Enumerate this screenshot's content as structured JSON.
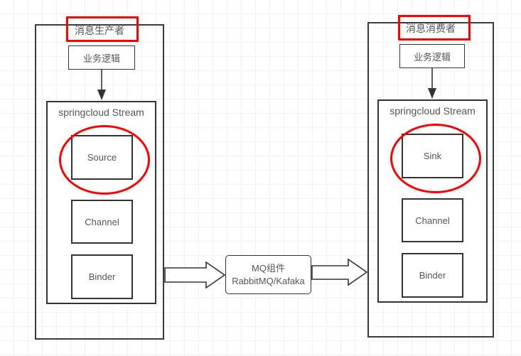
{
  "diagram": {
    "title_producer": "消息生产者",
    "title_consumer": "消息消费者",
    "accent_highlight_color": "#ff0000",
    "line_color": "#333333",
    "background": "#ffffff",
    "grid_color": "#e8e8e8"
  },
  "producer": {
    "panel_title": "消息生产者",
    "business_logic": "业务逻辑",
    "stream_label": "springcloud Stream",
    "boxes": [
      {
        "label": "Source",
        "highlighted": true
      },
      {
        "label": "Channel",
        "highlighted": false
      },
      {
        "label": "Binder",
        "highlighted": false
      }
    ]
  },
  "consumer": {
    "panel_title": "消息消费者",
    "business_logic": "业务逻辑",
    "stream_label": "springcloud Stream",
    "boxes": [
      {
        "label": "Sink",
        "highlighted": true
      },
      {
        "label": "Channel",
        "highlighted": false
      },
      {
        "label": "Binder",
        "highlighted": false
      }
    ]
  },
  "middleware": {
    "line1": "MQ组件",
    "line2": "RabbitMQ/Kafaka"
  }
}
